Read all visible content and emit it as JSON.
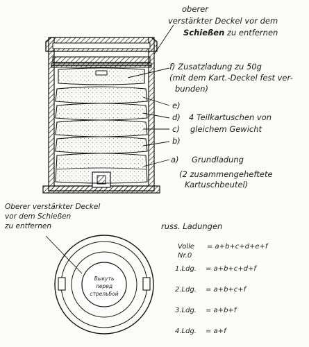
{
  "top_labels": {
    "oberer_line1": "oberer",
    "oberer_line2": "verstärkter Deckel vor dem",
    "oberer_line3_bold": "Schießen",
    "oberer_line3_rest": " zu entfernen",
    "f_line1": "f) Zusatzladung zu 50g",
    "f_line2": "(mit dem Kart.-Deckel fest ver-",
    "f_line3": "bunden)",
    "e": "e)",
    "d": "d)",
    "c": "c)",
    "b": "b)",
    "teil_line1": "4 Teilkartuschen von",
    "teil_line2": "gleichem Gewicht",
    "a": "a)",
    "grund": "Grundladung",
    "grund_note_line1": "(2 zusammengeheftete",
    "grund_note_line2": "Kartuschbeutel)"
  },
  "bottom_left_label": {
    "line1": "Oberer verstärkter Deckel",
    "line2": "vor dem  Schießen",
    "line3": "zu entfernen"
  },
  "russian_text": {
    "line1": "Выкуть",
    "line2": "перед",
    "line3": "стрельбой"
  },
  "charges": {
    "title": "russ. Ladungen",
    "rows": [
      {
        "label": "Volle",
        "formula": "=  a+b+c+d+e+f"
      },
      {
        "label": "Nr.0",
        "formula": ""
      },
      {
        "label": "1.Ldg.",
        "formula": "=  a+b+c+d+f"
      },
      {
        "label": "2.Ldg.",
        "formula": "=  a+b+c+f"
      },
      {
        "label": "3.Ldg.",
        "formula": "=  a+b+f"
      },
      {
        "label": "4.Ldg.",
        "formula": "=  a+f"
      }
    ]
  }
}
